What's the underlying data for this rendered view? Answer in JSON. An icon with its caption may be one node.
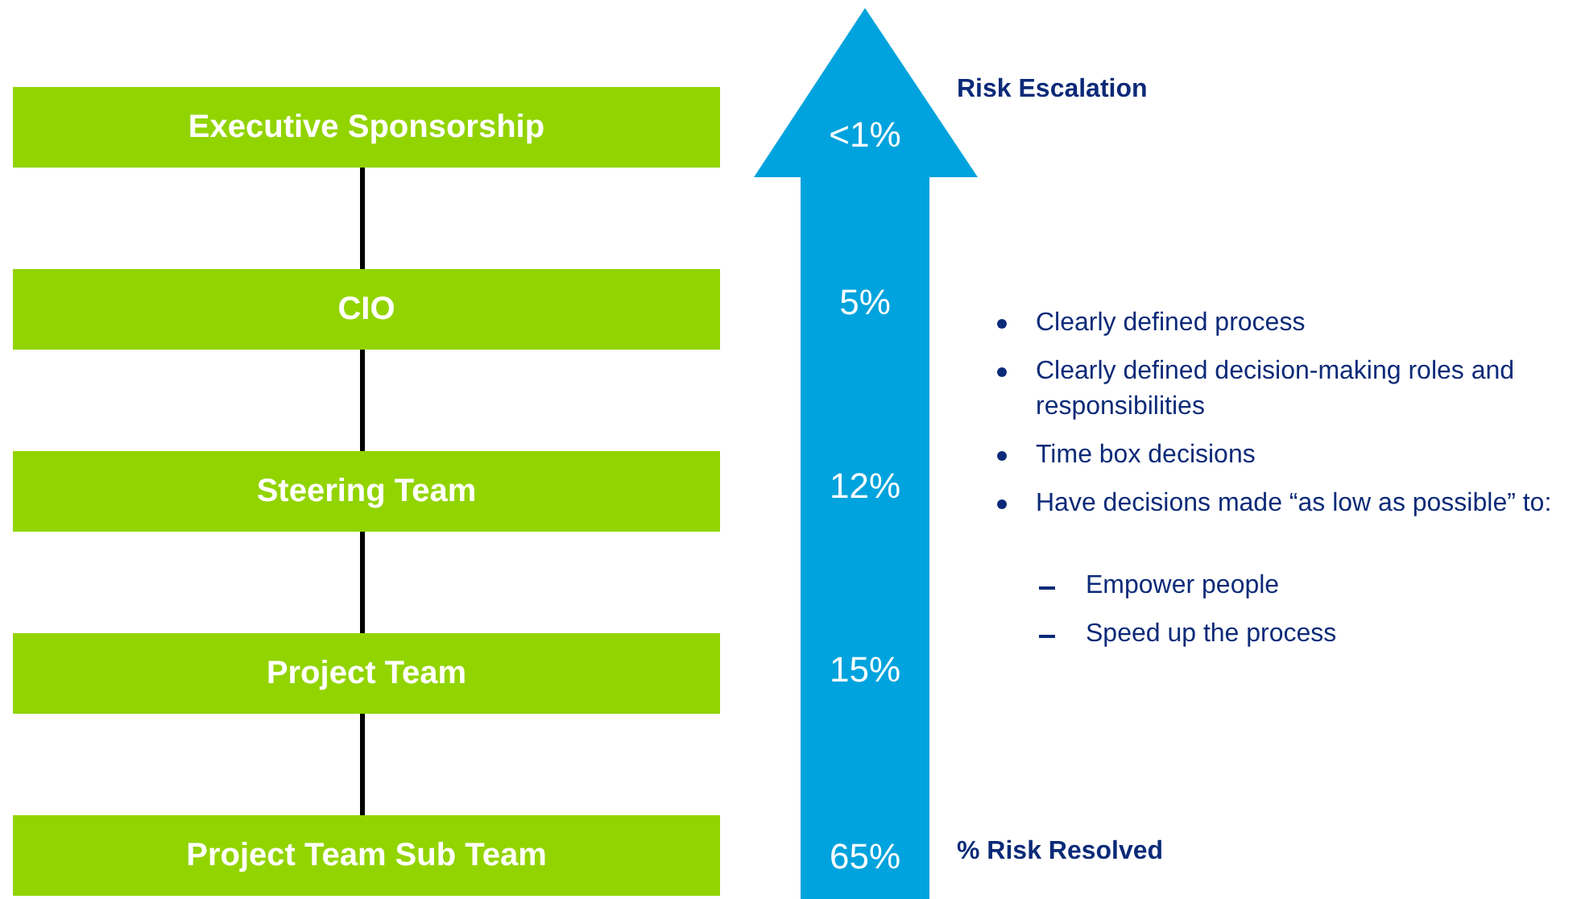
{
  "diagram": {
    "nodes": [
      {
        "text": [
          "Executive Sponsorship"
        ]
      },
      {
        "text": [
          "CIO"
        ]
      },
      {
        "text": [
          "Steering Team"
        ]
      },
      {
        "text": [
          "Project Team"
        ]
      },
      {
        "text": [
          "Project Team Sub Team"
        ]
      }
    ],
    "edges": [
      {
        "from": 0,
        "to": 1,
        "arrow": "none"
      },
      {
        "from": 1,
        "to": 2,
        "arrow": "none"
      },
      {
        "from": 2,
        "to": 3,
        "arrow": "none"
      },
      {
        "from": 3,
        "to": 4,
        "arrow": "none"
      }
    ],
    "labels": [
      "Risk Escalation",
      "<1%",
      "5%",
      "12%",
      "15%",
      "65%",
      "% Risk Resolved",
      "Clearly defined process",
      "Clearly defined decision-making roles and responsibilities",
      "Time box decisions",
      "Have decisions made “as low as possible” to:",
      "Empower people",
      "Speed up the process"
    ]
  }
}
